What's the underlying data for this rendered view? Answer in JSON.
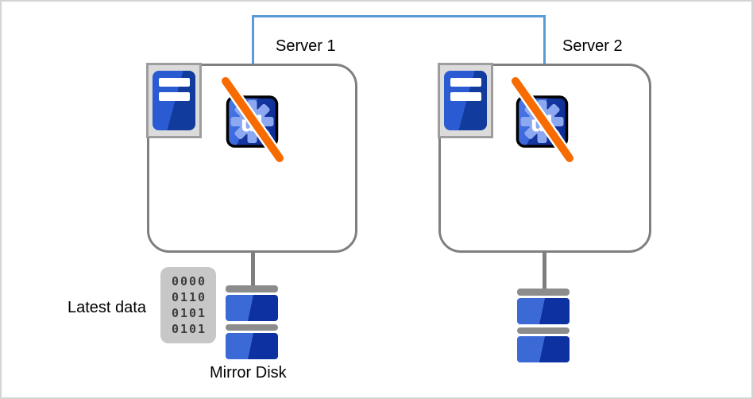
{
  "servers": [
    {
      "label": "Server 1"
    },
    {
      "label": "Server 2"
    }
  ],
  "annotations": {
    "latest_data": "Latest data",
    "mirror_disk": "Mirror Disk"
  },
  "binary_data_icon": {
    "rows": [
      "0000",
      "0110",
      "0101",
      "0101"
    ]
  },
  "application_icon": {
    "glyph": "ul",
    "crossed_out": true
  },
  "icons": {
    "server_tower": "server-tower-icon",
    "stopped_application": "stopped-application-icon",
    "gear": "gear-icon",
    "slash": "slash-overlay-icon",
    "mirror_disk": "mirror-disk-icon",
    "binary_data": "binary-data-icon"
  },
  "colors": {
    "connector_blue": "#5B9BD5",
    "box_border": "#7F7F7F",
    "slash_orange": "#F76B00",
    "disk_blue_light": "#3B69D6",
    "disk_blue_dark": "#0E31A2",
    "tower_blue_light": "#2B5BD3",
    "tower_blue_dark": "#113C9E",
    "binary_bg": "#C7C7C7"
  }
}
